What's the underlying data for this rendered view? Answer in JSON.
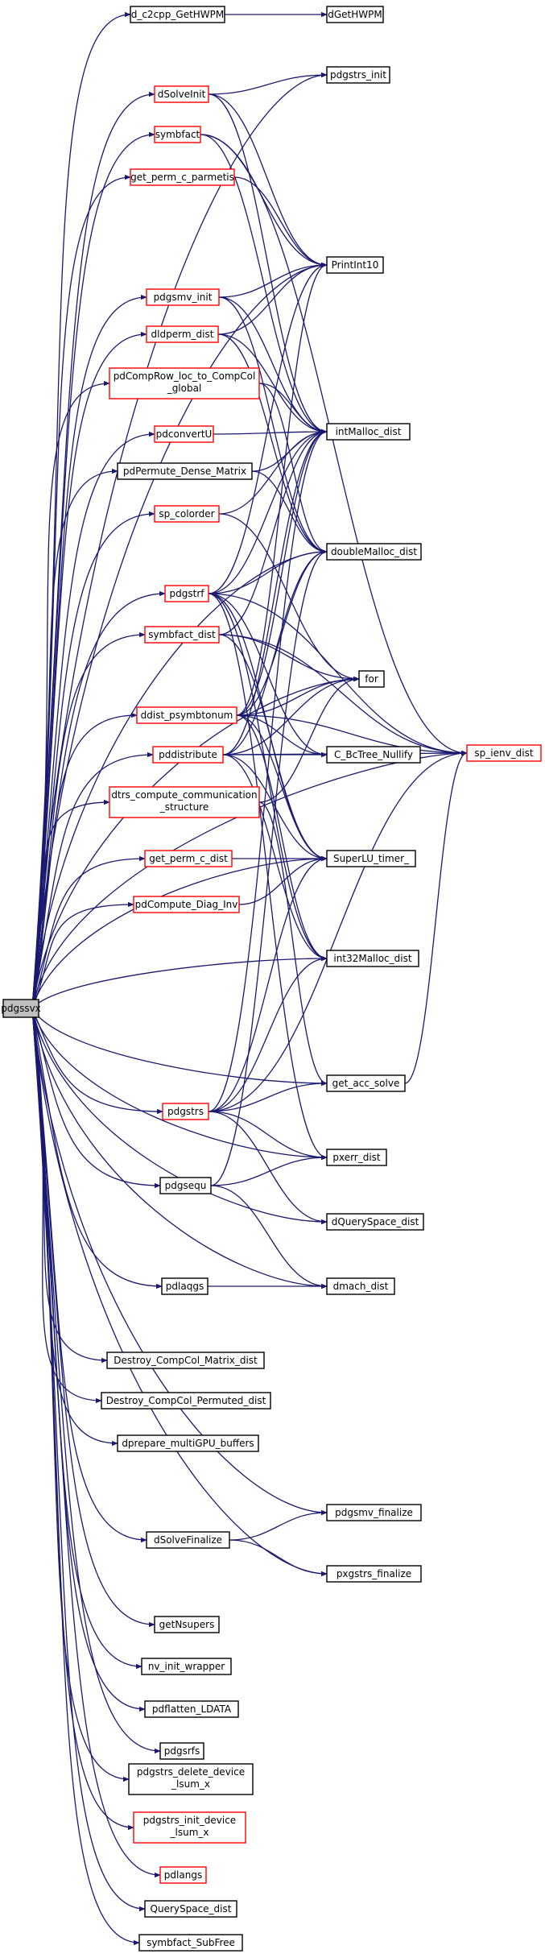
{
  "colors": {
    "edge": "#191970",
    "border_default": "#000000",
    "border_highlight": "#ff0000",
    "root_fill": "#bfbfbf"
  },
  "nodes": {
    "pdgssvx": {
      "label": "pdgssvx",
      "style": "root"
    },
    "d_c2cpp_GetHWPM": {
      "label": "d_c2cpp_GetHWPM",
      "style": "black"
    },
    "dGetHWPM": {
      "label": "dGetHWPM",
      "style": "black"
    },
    "pdgstrs_init": {
      "label": "pdgstrs_init",
      "style": "black"
    },
    "dSolveInit": {
      "label": "dSolveInit",
      "style": "red"
    },
    "symbfact": {
      "label": "symbfact",
      "style": "red"
    },
    "get_perm_c_parmetis": {
      "label": "get_perm_c_parmetis",
      "style": "red"
    },
    "PrintInt10": {
      "label": "PrintInt10",
      "style": "black"
    },
    "pdgsmv_init": {
      "label": "pdgsmv_init",
      "style": "red"
    },
    "dldperm_dist": {
      "label": "dldperm_dist",
      "style": "red"
    },
    "pdCompRow_loc_to_CompCol_global": {
      "label": [
        "pdCompRow_loc_to_CompCol",
        "_global"
      ],
      "style": "red"
    },
    "intMalloc_dist": {
      "label": "intMalloc_dist",
      "style": "black"
    },
    "pdconvertU": {
      "label": "pdconvertU",
      "style": "red"
    },
    "pdPermute_Dense_Matrix": {
      "label": "pdPermute_Dense_Matrix",
      "style": "black"
    },
    "sp_colorder": {
      "label": "sp_colorder",
      "style": "red"
    },
    "doubleMalloc_dist": {
      "label": "doubleMalloc_dist",
      "style": "black"
    },
    "pdgstrf": {
      "label": "pdgstrf",
      "style": "red"
    },
    "symbfact_dist": {
      "label": "symbfact_dist",
      "style": "red"
    },
    "for": {
      "label": "for",
      "style": "black"
    },
    "ddist_psymbtonum": {
      "label": "ddist_psymbtonum",
      "style": "red"
    },
    "sp_ienv_dist": {
      "label": "sp_ienv_dist",
      "style": "red"
    },
    "pddistribute": {
      "label": "pddistribute",
      "style": "red"
    },
    "C_BcTree_Nullify": {
      "label": "C_BcTree_Nullify",
      "style": "black"
    },
    "dtrs_compute_communication_structure": {
      "label": [
        "dtrs_compute_communication",
        "_structure"
      ],
      "style": "red"
    },
    "get_perm_c_dist": {
      "label": "get_perm_c_dist",
      "style": "red"
    },
    "SuperLU_timer_": {
      "label": "SuperLU_timer_",
      "style": "black"
    },
    "pdCompute_Diag_Inv": {
      "label": "pdCompute_Diag_Inv",
      "style": "red"
    },
    "int32Malloc_dist": {
      "label": "int32Malloc_dist",
      "style": "black"
    },
    "get_acc_solve": {
      "label": "get_acc_solve",
      "style": "black"
    },
    "pdgstrs": {
      "label": "pdgstrs",
      "style": "red"
    },
    "pxerr_dist": {
      "label": "pxerr_dist",
      "style": "black"
    },
    "pdgsequ": {
      "label": "pdgsequ",
      "style": "black"
    },
    "dQuerySpace_dist": {
      "label": "dQuerySpace_dist",
      "style": "black"
    },
    "pdlaqgs": {
      "label": "pdlaqgs",
      "style": "black"
    },
    "dmach_dist": {
      "label": "dmach_dist",
      "style": "black"
    },
    "Destroy_CompCol_Matrix_dist": {
      "label": "Destroy_CompCol_Matrix_dist",
      "style": "black"
    },
    "Destroy_CompCol_Permuted_dist": {
      "label": "Destroy_CompCol_Permuted_dist",
      "style": "black"
    },
    "dprepare_multiGPU_buffers": {
      "label": "dprepare_multiGPU_buffers",
      "style": "black"
    },
    "pdgsmv_finalize": {
      "label": "pdgsmv_finalize",
      "style": "black"
    },
    "dSolveFinalize": {
      "label": "dSolveFinalize",
      "style": "black"
    },
    "pxgstrs_finalize": {
      "label": "pxgstrs_finalize",
      "style": "black"
    },
    "getNsupers": {
      "label": "getNsupers",
      "style": "black"
    },
    "nv_init_wrapper": {
      "label": "nv_init_wrapper",
      "style": "black"
    },
    "pdflatten_LDATA": {
      "label": "pdflatten_LDATA",
      "style": "black"
    },
    "pdgsrfs": {
      "label": "pdgsrfs",
      "style": "black"
    },
    "pdgstrs_delete_device_lsum_x": {
      "label": [
        "pdgstrs_delete_device",
        "_lsum_x"
      ],
      "style": "black"
    },
    "pdgstrs_init_device_lsum_x": {
      "label": [
        "pdgstrs_init_device",
        "_lsum_x"
      ],
      "style": "red"
    },
    "pdlangs": {
      "label": "pdlangs",
      "style": "red"
    },
    "QuerySpace_dist": {
      "label": "QuerySpace_dist",
      "style": "black"
    },
    "symbfact_SubFree": {
      "label": "symbfact_SubFree",
      "style": "black"
    }
  },
  "edges": [
    [
      "pdgssvx",
      "d_c2cpp_GetHWPM"
    ],
    [
      "pdgssvx",
      "pdgstrs_init"
    ],
    [
      "pdgssvx",
      "dSolveInit"
    ],
    [
      "pdgssvx",
      "symbfact"
    ],
    [
      "pdgssvx",
      "get_perm_c_parmetis"
    ],
    [
      "pdgssvx",
      "PrintInt10"
    ],
    [
      "pdgssvx",
      "pdgsmv_init"
    ],
    [
      "pdgssvx",
      "dldperm_dist"
    ],
    [
      "pdgssvx",
      "pdCompRow_loc_to_CompCol_global"
    ],
    [
      "pdgssvx",
      "pdconvertU"
    ],
    [
      "pdgssvx",
      "pdPermute_Dense_Matrix"
    ],
    [
      "pdgssvx",
      "sp_colorder"
    ],
    [
      "pdgssvx",
      "doubleMalloc_dist"
    ],
    [
      "pdgssvx",
      "pdgstrf"
    ],
    [
      "pdgssvx",
      "symbfact_dist"
    ],
    [
      "pdgssvx",
      "for"
    ],
    [
      "pdgssvx",
      "ddist_psymbtonum"
    ],
    [
      "pdgssvx",
      "pddistribute"
    ],
    [
      "pdgssvx",
      "dtrs_compute_communication_structure"
    ],
    [
      "pdgssvx",
      "get_perm_c_dist"
    ],
    [
      "pdgssvx",
      "pdCompute_Diag_Inv"
    ],
    [
      "pdgssvx",
      "int32Malloc_dist"
    ],
    [
      "pdgssvx",
      "sp_ienv_dist"
    ],
    [
      "pdgssvx",
      "SuperLU_timer_"
    ],
    [
      "pdgssvx",
      "get_acc_solve"
    ],
    [
      "pdgssvx",
      "pdgstrs"
    ],
    [
      "pdgssvx",
      "pxerr_dist"
    ],
    [
      "pdgssvx",
      "pdgsequ"
    ],
    [
      "pdgssvx",
      "dQuerySpace_dist"
    ],
    [
      "pdgssvx",
      "pdlaqgs"
    ],
    [
      "pdgssvx",
      "dmach_dist"
    ],
    [
      "pdgssvx",
      "Destroy_CompCol_Matrix_dist"
    ],
    [
      "pdgssvx",
      "Destroy_CompCol_Permuted_dist"
    ],
    [
      "pdgssvx",
      "dprepare_multiGPU_buffers"
    ],
    [
      "pdgssvx",
      "pdgsmv_finalize"
    ],
    [
      "pdgssvx",
      "dSolveFinalize"
    ],
    [
      "pdgssvx",
      "pxgstrs_finalize"
    ],
    [
      "pdgssvx",
      "getNsupers"
    ],
    [
      "pdgssvx",
      "nv_init_wrapper"
    ],
    [
      "pdgssvx",
      "pdflatten_LDATA"
    ],
    [
      "pdgssvx",
      "pdgsrfs"
    ],
    [
      "pdgssvx",
      "pdgstrs_delete_device_lsum_x"
    ],
    [
      "pdgssvx",
      "pdgstrs_init_device_lsum_x"
    ],
    [
      "pdgssvx",
      "pdlangs"
    ],
    [
      "pdgssvx",
      "QuerySpace_dist"
    ],
    [
      "pdgssvx",
      "symbfact_SubFree"
    ],
    [
      "d_c2cpp_GetHWPM",
      "dGetHWPM"
    ],
    [
      "dSolveInit",
      "pdgstrs_init"
    ],
    [
      "dSolveInit",
      "PrintInt10"
    ],
    [
      "dSolveInit",
      "intMalloc_dist"
    ],
    [
      "symbfact",
      "PrintInt10"
    ],
    [
      "symbfact",
      "intMalloc_dist"
    ],
    [
      "symbfact",
      "sp_ienv_dist"
    ],
    [
      "get_perm_c_parmetis",
      "PrintInt10"
    ],
    [
      "pdgsmv_init",
      "PrintInt10"
    ],
    [
      "pdgsmv_init",
      "intMalloc_dist"
    ],
    [
      "pdgsmv_init",
      "doubleMalloc_dist"
    ],
    [
      "dldperm_dist",
      "PrintInt10"
    ],
    [
      "dldperm_dist",
      "intMalloc_dist"
    ],
    [
      "dldperm_dist",
      "doubleMalloc_dist"
    ],
    [
      "pdCompRow_loc_to_CompCol_global",
      "intMalloc_dist"
    ],
    [
      "pdCompRow_loc_to_CompCol_global",
      "doubleMalloc_dist"
    ],
    [
      "pdconvertU",
      "intMalloc_dist"
    ],
    [
      "pdPermute_Dense_Matrix",
      "intMalloc_dist"
    ],
    [
      "pdPermute_Dense_Matrix",
      "doubleMalloc_dist"
    ],
    [
      "sp_colorder",
      "intMalloc_dist"
    ],
    [
      "sp_colorder",
      "for"
    ],
    [
      "pdgstrf",
      "PrintInt10"
    ],
    [
      "pdgstrf",
      "intMalloc_dist"
    ],
    [
      "pdgstrf",
      "doubleMalloc_dist"
    ],
    [
      "pdgstrf",
      "sp_ienv_dist"
    ],
    [
      "pdgstrf",
      "C_BcTree_Nullify"
    ],
    [
      "pdgstrf",
      "SuperLU_timer_"
    ],
    [
      "pdgstrf",
      "int32Malloc_dist"
    ],
    [
      "pdgstrf",
      "pxerr_dist"
    ],
    [
      "symbfact_dist",
      "intMalloc_dist"
    ],
    [
      "symbfact_dist",
      "for"
    ],
    [
      "symbfact_dist",
      "sp_ienv_dist"
    ],
    [
      "symbfact_dist",
      "SuperLU_timer_"
    ],
    [
      "ddist_psymbtonum",
      "PrintInt10"
    ],
    [
      "ddist_psymbtonum",
      "intMalloc_dist"
    ],
    [
      "ddist_psymbtonum",
      "doubleMalloc_dist"
    ],
    [
      "ddist_psymbtonum",
      "for"
    ],
    [
      "ddist_psymbtonum",
      "sp_ienv_dist"
    ],
    [
      "ddist_psymbtonum",
      "C_BcTree_Nullify"
    ],
    [
      "ddist_psymbtonum",
      "SuperLU_timer_"
    ],
    [
      "ddist_psymbtonum",
      "int32Malloc_dist"
    ],
    [
      "pddistribute",
      "intMalloc_dist"
    ],
    [
      "pddistribute",
      "doubleMalloc_dist"
    ],
    [
      "pddistribute",
      "for"
    ],
    [
      "pddistribute",
      "sp_ienv_dist"
    ],
    [
      "pddistribute",
      "C_BcTree_Nullify"
    ],
    [
      "pddistribute",
      "SuperLU_timer_"
    ],
    [
      "pddistribute",
      "int32Malloc_dist"
    ],
    [
      "dtrs_compute_communication_structure",
      "for"
    ],
    [
      "dtrs_compute_communication_structure",
      "get_acc_solve"
    ],
    [
      "get_perm_c_dist",
      "SuperLU_timer_"
    ],
    [
      "pdCompute_Diag_Inv",
      "SuperLU_timer_"
    ],
    [
      "pdgstrs",
      "intMalloc_dist"
    ],
    [
      "pdgstrs",
      "SuperLU_timer_"
    ],
    [
      "pdgstrs",
      "int32Malloc_dist"
    ],
    [
      "pdgstrs",
      "get_acc_solve"
    ],
    [
      "pdgstrs",
      "sp_ienv_dist"
    ],
    [
      "pdgstrs",
      "pxerr_dist"
    ],
    [
      "pdgstrs",
      "dQuerySpace_dist"
    ],
    [
      "pdgsequ",
      "pxerr_dist"
    ],
    [
      "pdgsequ",
      "dmach_dist"
    ],
    [
      "pdgsequ",
      "doubleMalloc_dist"
    ],
    [
      "pdlaqgs",
      "dmach_dist"
    ],
    [
      "get_acc_solve",
      "sp_ienv_dist"
    ],
    [
      "dSolveFinalize",
      "pdgsmv_finalize"
    ],
    [
      "dSolveFinalize",
      "pxgstrs_finalize"
    ]
  ]
}
